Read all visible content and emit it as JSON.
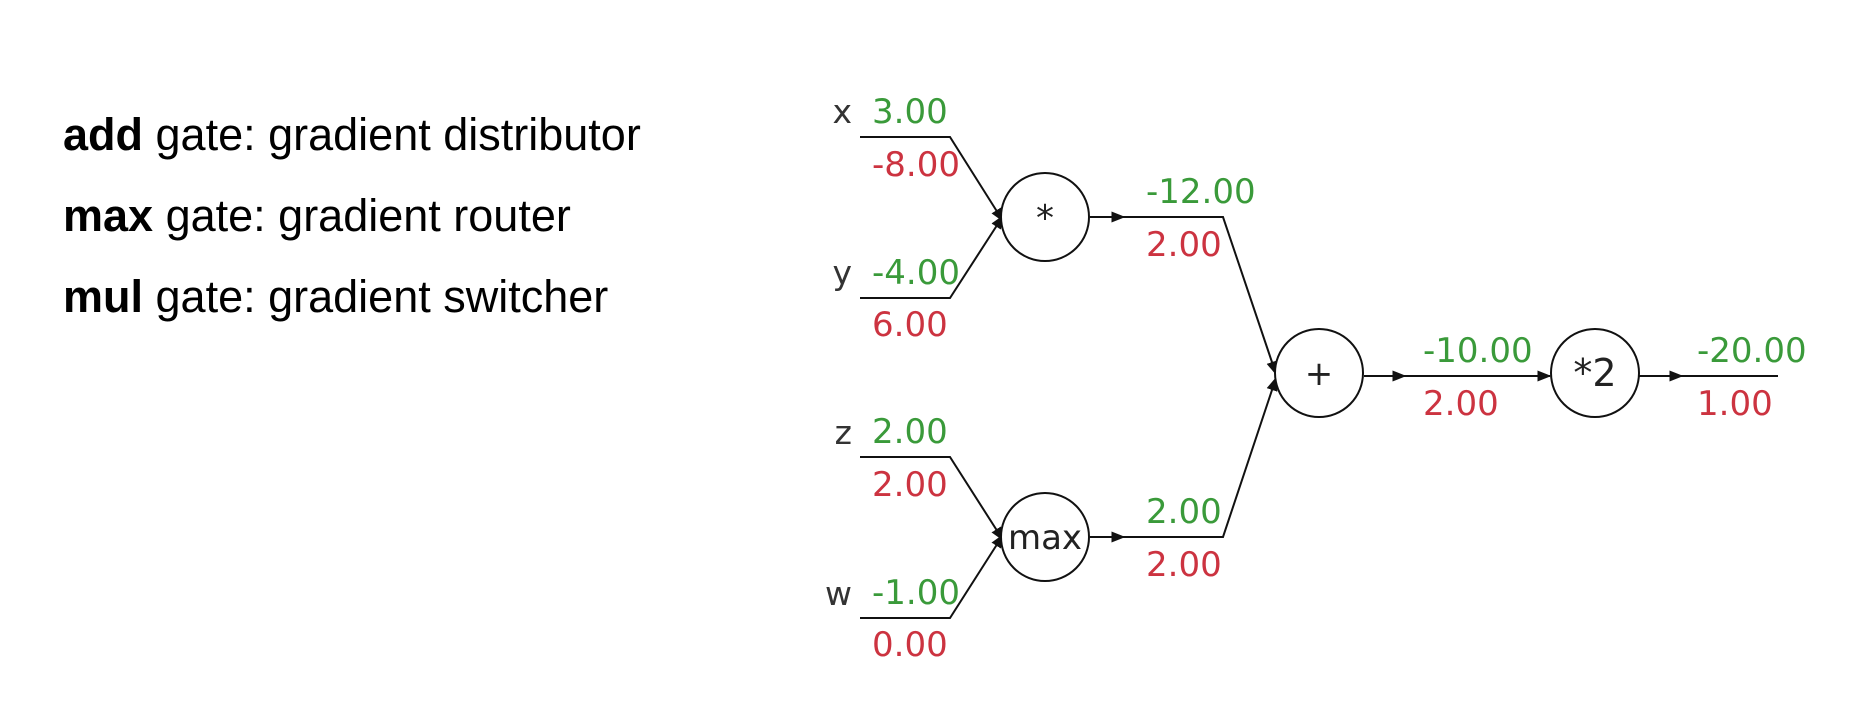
{
  "legend": [
    {
      "bold": "add",
      "rest": " gate: gradient distributor"
    },
    {
      "bold": "max",
      "rest": " gate: gradient router"
    },
    {
      "bold": "mul",
      "rest": " gate: gradient switcher"
    }
  ],
  "colors": {
    "forward_value": "#3a9a3a",
    "gradient_value": "#cc3340",
    "wire": "#111111"
  },
  "inputs": {
    "x": {
      "label": "x",
      "value": "3.00",
      "grad": "-8.00"
    },
    "y": {
      "label": "y",
      "value": "-4.00",
      "grad": "6.00"
    },
    "z": {
      "label": "z",
      "value": "2.00",
      "grad": "2.00"
    },
    "w": {
      "label": "w",
      "value": "-1.00",
      "grad": "0.00"
    }
  },
  "gates": {
    "mul": {
      "symbol": "*"
    },
    "max": {
      "symbol": "max"
    },
    "add": {
      "symbol": "+"
    },
    "scale": {
      "symbol": "*2"
    }
  },
  "edges": {
    "mul_out": {
      "value": "-12.00",
      "grad": "2.00"
    },
    "max_out": {
      "value": "2.00",
      "grad": "2.00"
    },
    "add_out": {
      "value": "-10.00",
      "grad": "2.00"
    },
    "final_out": {
      "value": "-20.00",
      "grad": "1.00"
    }
  }
}
